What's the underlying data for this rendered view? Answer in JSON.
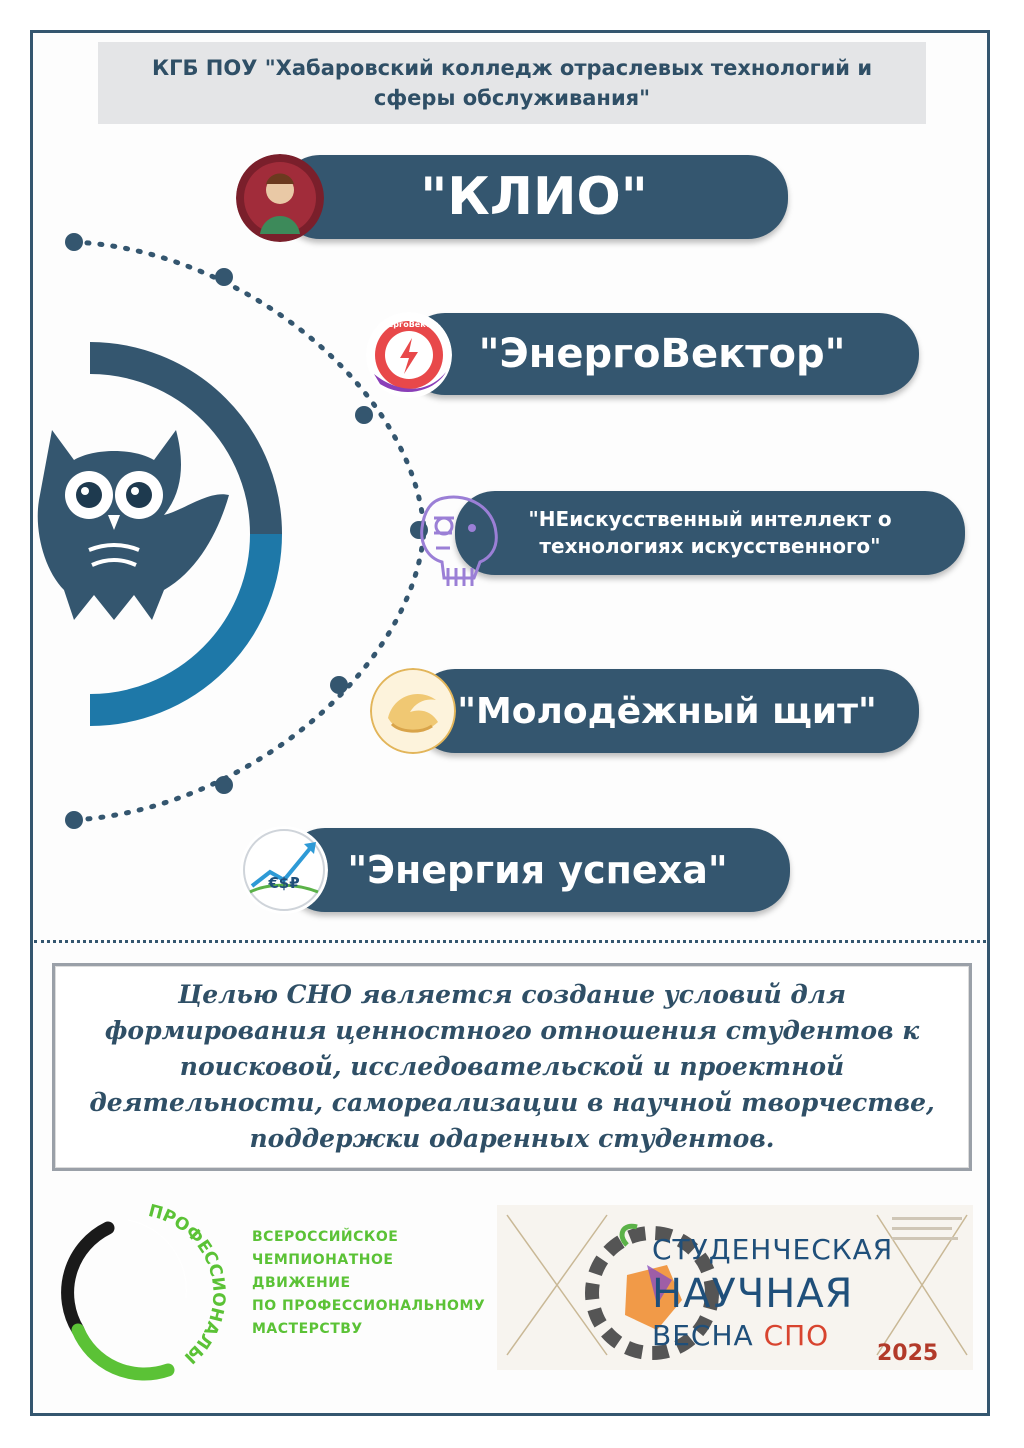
{
  "header": {
    "title": "КГБ ПОУ \"Хабаровский колледж отраслевых технологий и сферы обслуживания\""
  },
  "clubs": [
    {
      "label": "\"КЛИО\"",
      "icon": "clio-logo-icon"
    },
    {
      "label": "\"ЭнергоВектор\"",
      "icon": "energovektor-logo-icon",
      "logo_text": "ЭнергоВектор"
    },
    {
      "label": "\"НЕискусственный интеллект о технологиях искусственного\"",
      "icon": "ai-robot-head-icon"
    },
    {
      "label": "\"Молодёжный щит\"",
      "icon": "hands-shield-icon"
    },
    {
      "label": "\"Энергия успеха\"",
      "icon": "energy-success-logo-icon",
      "logo_text": "€$₽"
    }
  ],
  "goal": {
    "text": "Целью СНО является создание условий для формирования ценностного отношения студентов к поисковой, исследовательской и проектной деятельности, самореализации в научной творчестве, поддержки одаренных студентов."
  },
  "professionaly": {
    "logo_text": "ПРОФЕССИОНАЛЫ",
    "lines": [
      "ВСЕРОССИЙСКОЕ",
      "ЧЕМПИОНАТНОЕ",
      "ДВИЖЕНИЕ",
      "ПО ПРОФЕССИОНАЛЬНОМУ",
      "МАСТЕРСТВУ"
    ]
  },
  "sns": {
    "line1": "СТУДЕНЧЕСКАЯ",
    "line2": "НАУЧНАЯ",
    "line3_a": "ВЕСНА",
    "line3_b": "СПО",
    "year": "2025"
  },
  "colors": {
    "primary": "#34566f",
    "accent_blue": "#1e78a8",
    "green": "#5bc236",
    "header_bg": "#e4e5e7"
  }
}
